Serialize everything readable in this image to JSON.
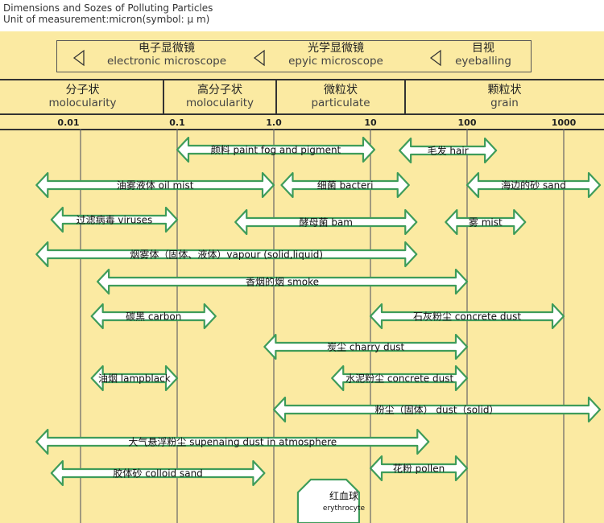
{
  "title_line1": "Dimensions and Sozes of Polluting Particles",
  "title_line2": "Unit of measurement:micron(symbol: μ m)",
  "instruments": [
    {
      "cn": "电子显微镜",
      "en": "electronic microscope"
    },
    {
      "cn": "光学显微镜",
      "en": "epyic microscope"
    },
    {
      "cn": "目视",
      "en": "eyeballing"
    }
  ],
  "categories": [
    {
      "cn": "分子状",
      "en": "molocularity"
    },
    {
      "cn": "高分子状",
      "en": "molocularity"
    },
    {
      "cn": "微粒状",
      "en": "particulate"
    },
    {
      "cn": "颗粒状",
      "en": "grain"
    }
  ],
  "ticks": [
    "0.01",
    "0.1",
    "1.0",
    "10",
    "100",
    "1000"
  ],
  "particles": [
    {
      "label": "颜料 paint fog and pigment",
      "from": 0.1,
      "to": 11
    },
    {
      "label": "毛发 hair",
      "from": 20,
      "to": 200
    },
    {
      "label": "油雾液体 oil mist",
      "from": 0.0035,
      "to": 1.0
    },
    {
      "label": "细菌 bacteri",
      "from": 1.2,
      "to": 25
    },
    {
      "label": "海边的砂 sand",
      "from": 100,
      "to": 4000
    },
    {
      "label": "过滤病毒 viruses",
      "from": 0.005,
      "to": 0.1
    },
    {
      "label": "酵母菌 bam",
      "from": 0.4,
      "to": 30
    },
    {
      "label": "雾 mist",
      "from": 60,
      "to": 400
    },
    {
      "label": "烟雾体（固体、液体）vapour (solid,liquid)",
      "from": 0.0035,
      "to": 30
    },
    {
      "label": "香烟的烟 smoke",
      "from": 0.015,
      "to": 100
    },
    {
      "label": "碳黑 carbon",
      "from": 0.013,
      "to": 0.25
    },
    {
      "label": "石灰粉尘 concrete dust",
      "from": 10,
      "to": 1000
    },
    {
      "label": "炭尘 charry dust",
      "from": 0.8,
      "to": 100
    },
    {
      "label": "油烟 lampblack",
      "from": 0.013,
      "to": 0.1
    },
    {
      "label": "水泥粉尘 concrete dust",
      "from": 4,
      "to": 100
    },
    {
      "label": "粉尘（固体） dust（solid）",
      "from": 1.0,
      "to": 4000
    },
    {
      "label": "大气悬浮粉尘 supenaing dust in atmosphere",
      "from": 0.0035,
      "to": 40
    },
    {
      "label": "胶体砂 colloid sand",
      "from": 0.005,
      "to": 0.8
    },
    {
      "label": "花粉 pollen",
      "from": 10,
      "to": 100
    }
  ],
  "erythrocyte": {
    "cn": "红血球",
    "en": "erythrocyte",
    "from": 5,
    "to": 10
  }
}
